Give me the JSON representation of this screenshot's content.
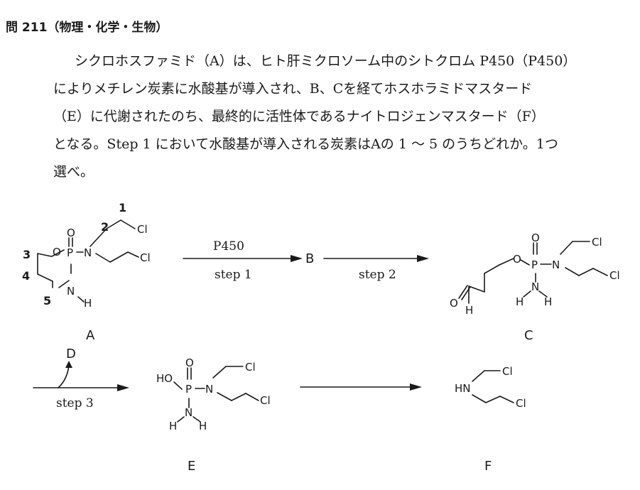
{
  "question": {
    "title": "問 211（物理・化学・生物）",
    "lines": [
      "シクロホスファミド（A）は、ヒト肝ミクロソーム中のシトクロム P450（P450）",
      "によりメチレン炭素に水酸基が導入され、B、Cを経てホスホラミドマスタード",
      "（E）に代謝されたのち、最終的に活性体であるナイトロジェンマスタード（F）",
      "となる。Step 1 において水酸基が導入される炭素はAの 1 ～ 5 のうちどれか。1つ",
      "選べ。"
    ]
  },
  "scheme": {
    "compound_labels": {
      "A": "A",
      "B": "B",
      "C": "C",
      "D": "D",
      "E": "E",
      "F": "F"
    },
    "position_numbers": [
      "1",
      "2",
      "3",
      "4",
      "5"
    ],
    "atoms": {
      "O": "O",
      "P": "P",
      "N": "N",
      "H": "H",
      "Cl": "Cl",
      "HO": "HO",
      "HN": "HN"
    },
    "arrows": {
      "step1_top": "P450",
      "step1_bottom": "step 1",
      "step2_bottom": "step 2",
      "step3_bottom": "step 3"
    }
  }
}
